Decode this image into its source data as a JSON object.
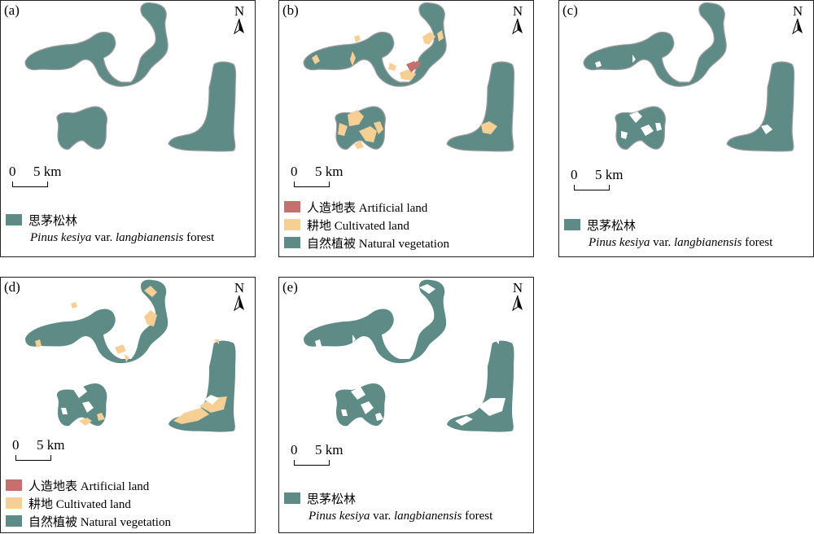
{
  "colors": {
    "natural": "#5f8b87",
    "cultivated": "#f5cf93",
    "artificial": "#c5706d",
    "outline": "#9a9a9a",
    "white": "#ffffff"
  },
  "north_label": "N",
  "scale": {
    "zero": "0",
    "km": "5 km"
  },
  "panels": {
    "a": {
      "label": "(a)",
      "legend": {
        "name_cn": "思茅松林",
        "latin_1": "Pinus kesiya",
        "var": " var. ",
        "latin_2": "langbianensis",
        "forest": " forest"
      }
    },
    "b": {
      "label": "(b)",
      "legend": {
        "artificial": "人造地表 Artificial land",
        "cultivated": "耕地 Cultivated land",
        "natural": "自然植被 Natural vegetation"
      }
    },
    "c": {
      "label": "(c)",
      "legend": {
        "name_cn": "思茅松林",
        "latin_1": "Pinus kesiya",
        "var": " var. ",
        "latin_2": "langbianensis",
        "forest": " forest"
      }
    },
    "d": {
      "label": "(d)",
      "legend": {
        "artificial": "人造地表 Artificial land",
        "cultivated": "耕地 Cultivated land",
        "natural": "自然植被 Natural vegetation"
      }
    },
    "e": {
      "label": "(e)",
      "legend": {
        "name_cn": "思茅松林",
        "latin_1": "Pinus kesiya",
        "var": " var. ",
        "latin_2": "langbianensis",
        "forest": " forest"
      }
    }
  }
}
